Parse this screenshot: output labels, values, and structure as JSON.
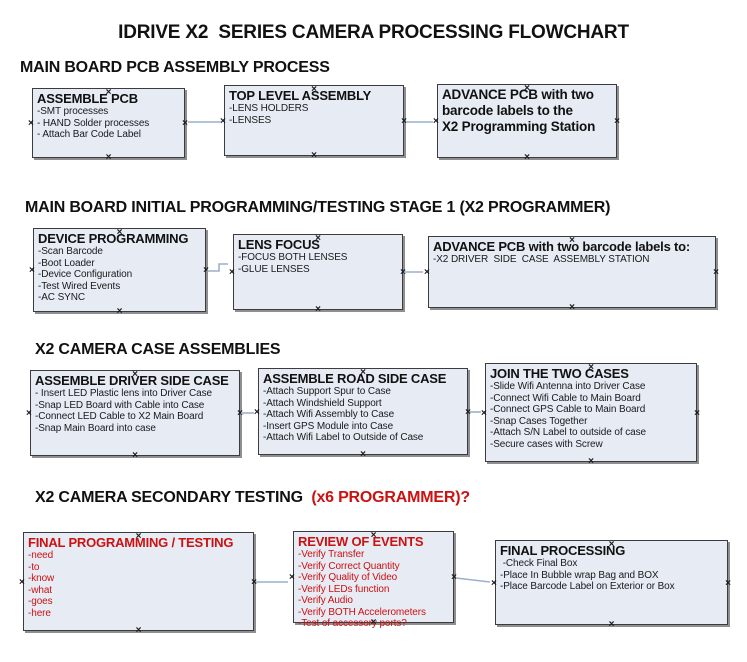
{
  "title": "IDRIVE X2  SERIES CAMERA PROCESSING FLOWCHART",
  "colors": {
    "box_fill": "#e6ebf4",
    "box_border": "#3c3c40",
    "box_shadow": "#8f8f8f",
    "arrow_line": "#9cb0cb",
    "arrow_head": "#30508f",
    "red": "#cc1111",
    "black": "#111111"
  },
  "sections": [
    {
      "heading": "MAIN BOARD PCB ASSEMBLY PROCESS",
      "heading_suffix": "",
      "boxes": [
        {
          "title": "ASSEMBLE PCB",
          "items": [
            "-SMT processes",
            "- HAND Solder processes",
            "- Attach Bar Code Label"
          ]
        },
        {
          "title": "TOP LEVEL ASSEMBLY",
          "items": [
            "-LENS HOLDERS",
            "-LENSES"
          ]
        },
        {
          "title": "ADVANCE PCB with two\nbarcode labels to the\n X2 Programming Station",
          "items": []
        }
      ]
    },
    {
      "heading": "MAIN BOARD INITIAL PROGRAMMING/TESTING STAGE 1 (X2 PROGRAMMER)",
      "heading_suffix": "",
      "boxes": [
        {
          "title": "DEVICE PROGRAMMING",
          "items": [
            "-Scan Barcode",
            "-Boot Loader",
            "-Device Configuration",
            "-Test Wired Events",
            "-AC SYNC"
          ]
        },
        {
          "title": "LENS FOCUS",
          "items": [
            "-FOCUS BOTH LENSES",
            "-GLUE LENSES"
          ]
        },
        {
          "title": "ADVANCE PCB with two barcode labels to:",
          "items": [
            "-X2 DRIVER  SIDE  CASE  ASSEMBLY STATION"
          ]
        }
      ]
    },
    {
      "heading": "X2 CAMERA CASE ASSEMBLIES",
      "heading_suffix": "",
      "boxes": [
        {
          "title": "ASSEMBLE DRIVER SIDE CASE",
          "items": [
            "- Insert LED Plastic lens into Driver Case",
            "-Snap LED Board with Cable into Case",
            "-Connect LED Cable to X2 Main Board",
            "-Snap Main Board into case"
          ]
        },
        {
          "title": "ASSEMBLE ROAD SIDE CASE",
          "items": [
            "-Attach Support Spur to Case",
            "-Attach Windshield Support",
            "-Attach Wifi Assembly to Case",
            "-Insert GPS Module into Case",
            "-Attach Wifi Label to Outside of Case"
          ]
        },
        {
          "title": "JOIN THE TWO CASES",
          "items": [
            "-Slide Wifi Antenna into Driver Case",
            "-Connect Wifi Cable to Main Board",
            "-Connect GPS Cable to Main Board",
            "-Snap Cases Together",
            "-Attach S/N Label to outside of case",
            "-Secure cases with Screw"
          ]
        }
      ]
    },
    {
      "heading": "X2 CAMERA SECONDARY TESTING  ",
      "heading_suffix": "(x6 PROGRAMMER)?",
      "boxes": [
        {
          "title": "FINAL PROGRAMMING / TESTING",
          "items": [
            "-need",
            "-to",
            "-know",
            "-what",
            "-goes",
            "-here"
          ]
        },
        {
          "title": "REVIEW OF EVENTS",
          "items": [
            "-Verify Transfer",
            "-Verify Correct Quantity",
            "-Verify Quality of Video",
            "-Verify LEDs function",
            "-Verify Audio",
            "-Verify BOTH Accelerometers",
            "-Test of accessory ports?"
          ]
        },
        {
          "title": "FINAL PROCESSING",
          "items": [
            " -Check Final Box",
            "-Place In Bubble wrap Bag and BOX",
            "-Place Barcode Label on Exterior or Box"
          ]
        }
      ]
    }
  ]
}
